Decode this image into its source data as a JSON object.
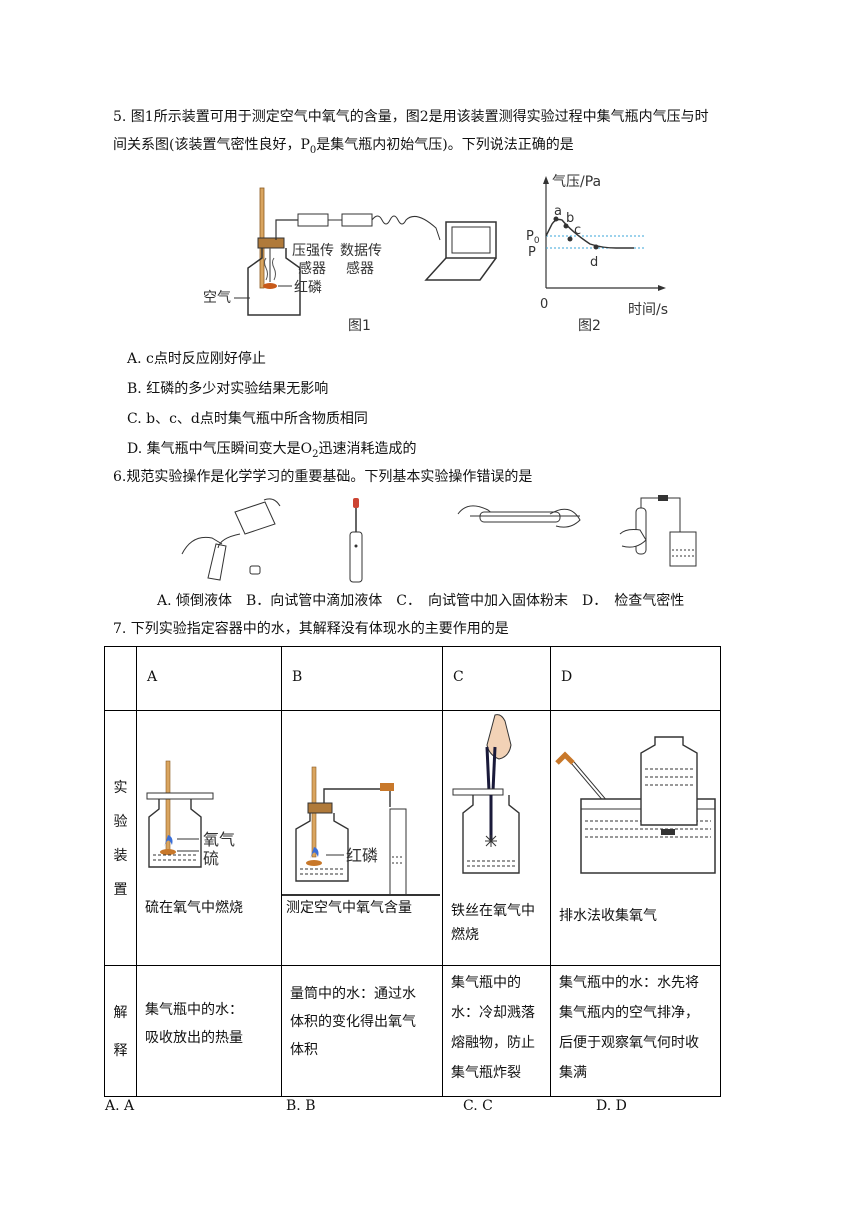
{
  "q5": {
    "stem_line1": "5. 图1所示装置可用于测定空气中氧气的含量，图2是用该装置测得实验过程中集气瓶内气压与时",
    "stem_line2_a": "间关系图(该装置气密性良好，P",
    "stem_line2_sub": "0",
    "stem_line2_b": "是集气瓶内初始气压)。下列说法正确的是",
    "fig1": {
      "label_sensor1_l1": "压强传",
      "label_sensor1_l2": "感器",
      "label_sensor2_l1": "数据传",
      "label_sensor2_l2": "感器",
      "label_air": "空气",
      "label_phosphorus": "红磷",
      "caption": "图1"
    },
    "fig2": {
      "ylabel": "气压/Pa",
      "xlabel": "时间/s",
      "origin": "0",
      "p0_main": "P",
      "p0_sub": "0",
      "p": "P",
      "pt_a": "a",
      "pt_b": "b",
      "pt_c": "c",
      "pt_d": "d",
      "caption": "图2"
    },
    "options": {
      "A": "A. c点时反应刚好停止",
      "B": "B. 红磷的多少对实验结果无影响",
      "C": "C. b、c、d点时集气瓶中所含物质相同",
      "D_a": "D. 集气瓶中气压瞬间变大是O",
      "D_sub": "2",
      "D_b": "迅速消耗造成的"
    }
  },
  "q6": {
    "stem": "6.规范实验操作是化学学习的重要基础。下列基本实验操作错误的是",
    "options_line": "A. 倾倒液体　B．向试管中滴加液体　C．　向试管中加入固体粉末　D．　检查气密性"
  },
  "q7": {
    "stem": "7. 下列实验指定容器中的水，其解释没有体现水的主要作用的是",
    "headers": [
      "A",
      "B",
      "C",
      "D"
    ],
    "row1_label": [
      "实",
      "验",
      "装",
      "置"
    ],
    "row2_label": [
      "解",
      "释"
    ],
    "device_captions": {
      "A": "硫在氧气中燃烧",
      "B": "测定空气中氧气含量",
      "C_l1": "铁丝在氧气中",
      "C_l2": "燃烧",
      "D": "排水法收集氧气"
    },
    "device_labels": {
      "A_oxygen": "氧气",
      "A_sulfur": "硫",
      "B_phosphorus": "红磷"
    },
    "explanations": {
      "A": [
        "集气瓶中的水：",
        "吸收放出的热量"
      ],
      "B": [
        "量筒中的水：通过水",
        "体积的变化得出氧气",
        "体积"
      ],
      "C": [
        "集气瓶中的",
        "水：冷却溅落",
        "熔融物，防止",
        "集气瓶炸裂"
      ],
      "D": [
        "集气瓶中的水：水先将",
        "集气瓶内的空气排净，",
        "后便于观察氧气何时收",
        "集满"
      ]
    },
    "answer_options": [
      "A. A",
      "B. B",
      "C. C",
      "D. D"
    ]
  }
}
